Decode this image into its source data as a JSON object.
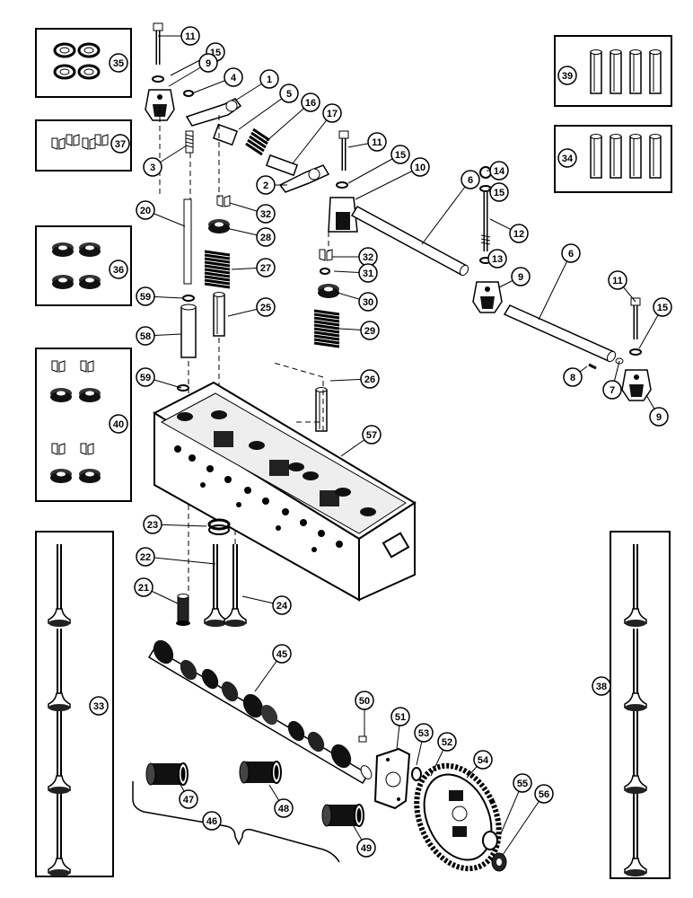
{
  "callouts": {
    "c1": "1",
    "c2": "2",
    "c3": "3",
    "c4": "4",
    "c5": "5",
    "c6": "6",
    "c7": "7",
    "c8": "8",
    "c9": "9",
    "c10": "10",
    "c11": "11",
    "c12": "12",
    "c13": "13",
    "c14": "14",
    "c15": "15",
    "c16": "16",
    "c17": "17",
    "c20": "20",
    "c21": "21",
    "c22": "22",
    "c23": "23",
    "c24": "24",
    "c25": "25",
    "c26": "26",
    "c27": "27",
    "c28": "28",
    "c29": "29",
    "c30": "30",
    "c31": "31",
    "c32": "32",
    "c33": "33",
    "c34": "34",
    "c35": "35",
    "c36": "36",
    "c37": "37",
    "c38": "38",
    "c39": "39",
    "c40": "40",
    "c45": "45",
    "c46": "46",
    "c47": "47",
    "c48": "48",
    "c49": "49",
    "c50": "50",
    "c51": "51",
    "c52": "52",
    "c53": "53",
    "c54": "54",
    "c55": "55",
    "c56": "56",
    "c57": "57",
    "c58": "58",
    "c59": "59"
  }
}
